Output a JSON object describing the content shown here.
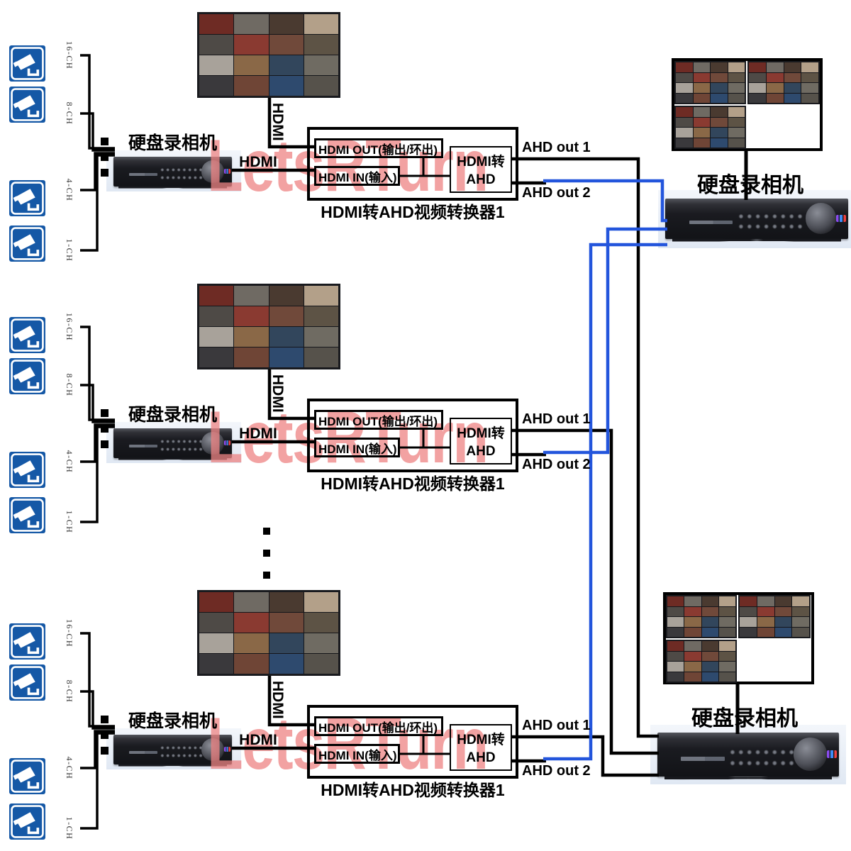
{
  "watermark": {
    "text": "LetsRTurn",
    "color": "#ee8484"
  },
  "colors": {
    "camera_blue": "#1558a6",
    "line_black": "#000000",
    "line_blue": "#2355dc",
    "watermark_pink": "#ee8484"
  },
  "channels": [
    "16-CH",
    "8-CH",
    "4-CH",
    "1-CH"
  ],
  "labels": {
    "dvr": "硬盘录相机",
    "hdmi": "HDMI",
    "converter_title": "HDMI转AHD视频转换器1",
    "hdmi_out": "HDMI OUT(输出/环出)",
    "hdmi_in": "HDMI IN(输入)",
    "core_line1": "HDMI转",
    "core_line2": "AHD",
    "ahd_out1": "AHD out 1",
    "ahd_out2": "AHD out 2"
  },
  "right_side": {
    "top_dvr_label": "硬盘录相机",
    "bottom_dvr_label": "硬盘录相机"
  },
  "monitor": {
    "cell_colors": [
      "#6e2b24",
      "#6f6a63",
      "#4a3a30",
      "#b3a089",
      "#4e4a46",
      "#8a3a31",
      "#70493a",
      "#5d5345",
      "#a8a29a",
      "#8a6847",
      "#32465c",
      "#6f6b62",
      "#3a393c",
      "#6f4536",
      "#2e4a6e",
      "#56524b"
    ]
  }
}
